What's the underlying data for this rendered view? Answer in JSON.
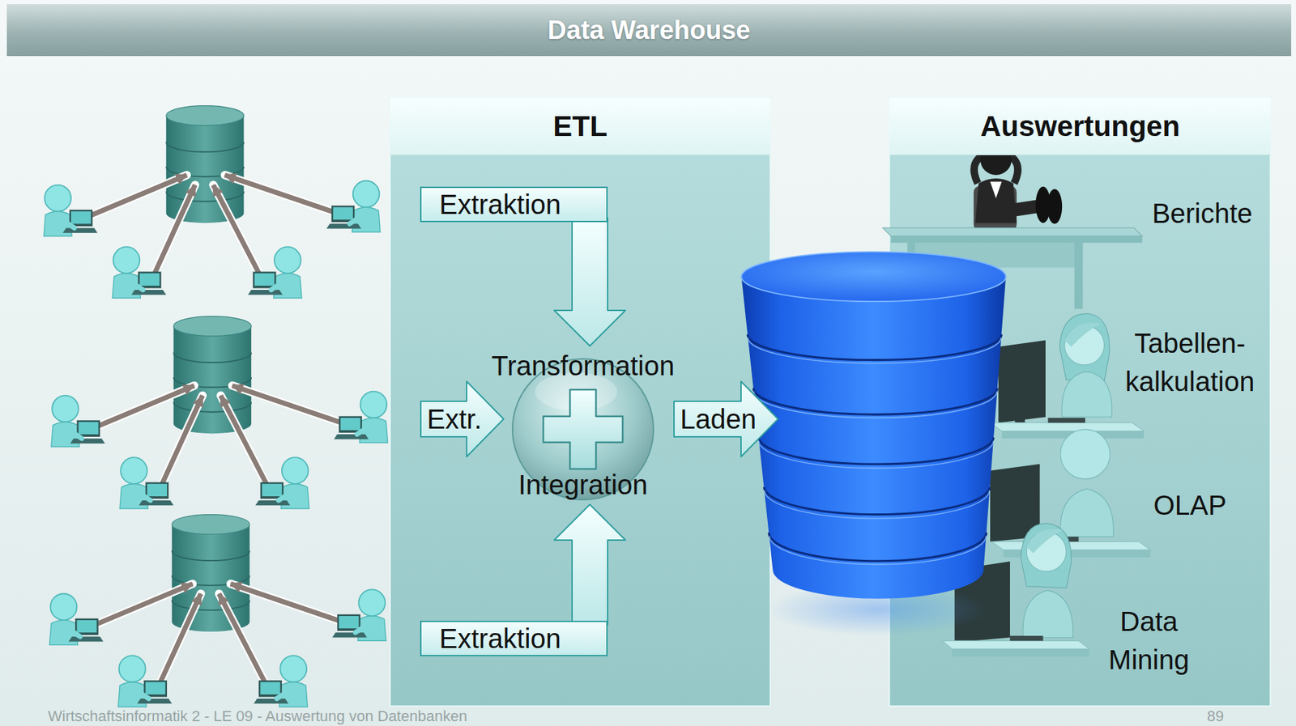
{
  "diagram": {
    "title": "Data Warehouse",
    "nodes": [
      {
        "text": [
          "ETL"
        ]
      },
      {
        "text": [
          "Extraktion"
        ],
        "in": 0
      },
      {
        "text": [
          "Extr."
        ],
        "in": 0
      },
      {
        "text": [
          "Transformation",
          "Integration"
        ],
        "in": 0
      },
      {
        "text": [
          "Laden"
        ],
        "in": 0
      },
      {
        "text": [
          "Extraktion"
        ],
        "in": 0
      },
      {
        "text": [
          "Auswertungen"
        ]
      }
    ],
    "edges": [
      {
        "from": 1,
        "to": 3,
        "arrow": "to"
      },
      {
        "from": 5,
        "to": 3,
        "arrow": "to"
      }
    ],
    "labels": [
      "Berichte",
      "Tabellen- kalkulation",
      "OLAP",
      "Data Mining",
      "Wirtschaftsinformatik 2 - LE 09 - Auswertung von Datenbanken",
      "89"
    ]
  }
}
